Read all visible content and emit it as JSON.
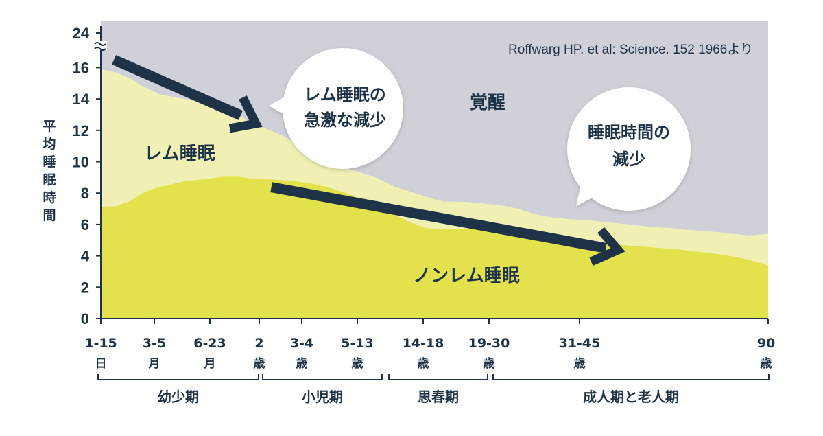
{
  "chart_data": {
    "type": "area",
    "source": "Roffwarg HP. et al: Science. 152 1966より",
    "ylabel": "平均睡眠時間",
    "y_ticks": [
      "0",
      "2",
      "4",
      "6",
      "8",
      "10",
      "12",
      "14",
      "16",
      "24"
    ],
    "ylim": [
      0,
      24
    ],
    "categories": [
      {
        "value": "1-15",
        "unit": "日"
      },
      {
        "value": "3-5",
        "unit": "月"
      },
      {
        "value": "6-23",
        "unit": "月"
      },
      {
        "value": "2",
        "unit": "歳"
      },
      {
        "value": "3-4",
        "unit": "歳"
      },
      {
        "value": "5-13",
        "unit": "歳"
      },
      {
        "value": "14-18",
        "unit": "歳"
      },
      {
        "value": "19-30",
        "unit": "歳"
      },
      {
        "value": "31-45",
        "unit": "歳"
      },
      {
        "value": "90",
        "unit": "歳"
      }
    ],
    "periods": [
      "幼少期",
      "小児期",
      "思春期",
      "成人期と老人期"
    ],
    "series": [
      {
        "name": "ノンレム睡眠",
        "color": "#e3e24c",
        "x": [
          0,
          0.1,
          0.3,
          0.6,
          0.8,
          1.0,
          1.2,
          1.5,
          1.7,
          2.0,
          2.3,
          2.5,
          2.8,
          3.0,
          3.3,
          3.6,
          3.8,
          4.0,
          4.3,
          4.6,
          4.8,
          5.0,
          5.3,
          5.6,
          5.8,
          6.0,
          6.3,
          6.6,
          6.8,
          7.0,
          7.3,
          7.6,
          7.9,
          8.2,
          8.5,
          8.8,
          9.0,
          9.2,
          9.5,
          9.8,
          10.0,
          10.3,
          10.6,
          10.9,
          11.2,
          11.4,
          11.6,
          11.8,
          12.0,
          12.2,
          12.6,
          12.9,
          13.2,
          13.6
        ],
        "values": [
          7.1,
          7.15,
          7.15,
          7.5,
          7.9,
          8.2,
          8.4,
          8.6,
          8.75,
          8.85,
          8.95,
          9.05,
          9.05,
          8.95,
          8.9,
          8.85,
          8.8,
          8.75,
          8.6,
          8.4,
          8.2,
          8.0,
          7.6,
          7.2,
          6.9,
          6.6,
          6.15,
          5.8,
          5.7,
          5.72,
          5.72,
          5.72,
          5.75,
          5.7,
          5.5,
          5.2,
          5.1,
          5.0,
          4.95,
          4.9,
          4.85,
          4.78,
          4.7,
          4.62,
          4.55,
          4.5,
          4.45,
          4.4,
          4.3,
          4.25,
          4.1,
          3.95,
          3.75,
          3.4
        ]
      },
      {
        "name": "レム睡眠",
        "color": "#f0f0b4",
        "x": [
          0,
          0.3,
          0.6,
          0.8,
          1.0,
          1.2,
          1.5,
          1.7,
          2.0,
          2.3,
          2.6,
          2.8,
          3.0,
          3.3,
          3.6,
          3.8,
          4.0,
          4.3,
          4.6,
          4.8,
          5.0,
          5.3,
          5.6,
          5.8,
          6.0,
          6.3,
          6.6,
          6.8,
          7.0,
          7.3,
          7.6,
          7.9,
          8.2,
          8.5,
          8.8,
          9.0,
          9.2,
          9.5,
          9.8,
          10.0,
          10.3,
          10.6,
          10.9,
          11.2,
          11.4,
          11.6,
          11.8,
          12.0,
          12.2,
          12.6,
          12.9,
          13.2,
          13.6
        ],
        "values": [
          15.9,
          15.7,
          15.3,
          14.9,
          14.6,
          14.3,
          14.1,
          14.0,
          13.9,
          13.6,
          13.3,
          13.0,
          12.6,
          12.2,
          11.8,
          11.5,
          11.1,
          10.7,
          10.3,
          10.0,
          9.6,
          9.3,
          9.0,
          8.7,
          8.4,
          8.1,
          7.8,
          7.6,
          7.45,
          7.45,
          7.4,
          7.3,
          7.2,
          7.0,
          6.7,
          6.55,
          6.45,
          6.35,
          6.3,
          6.25,
          6.15,
          6.05,
          5.95,
          5.85,
          5.8,
          5.78,
          5.7,
          5.65,
          5.6,
          5.5,
          5.4,
          5.3,
          5.4
        ]
      },
      {
        "name": "覚醒",
        "color": "#cfd0d8",
        "values": [
          24
        ]
      }
    ],
    "annotations": {
      "rem_decrease": [
        "レム睡眠の",
        "急激な減少"
      ],
      "sleep_decrease": [
        "睡眠時間の",
        "減少"
      ]
    },
    "grid": false,
    "legend": "none"
  },
  "colors": {
    "awake": "#cfd0d8",
    "rem": "#f0f0b4",
    "nonrem": "#e3e24c",
    "arrow": "#1e3348",
    "text": "#1e3348"
  }
}
